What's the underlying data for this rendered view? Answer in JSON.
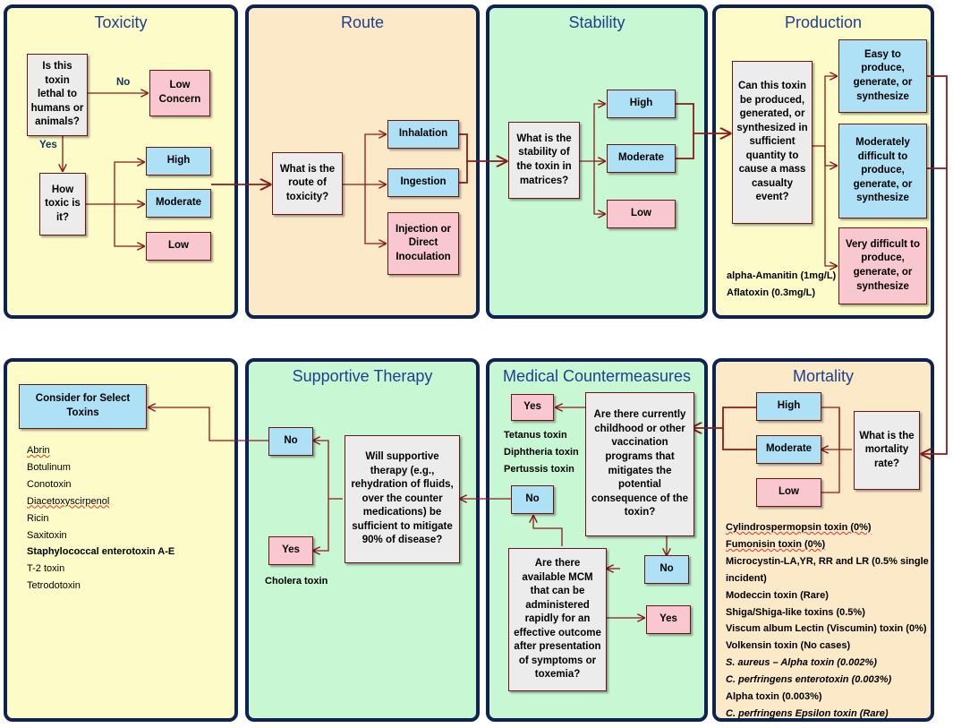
{
  "panels": {
    "toxicity": "Toxicity",
    "route": "Route",
    "stability": "Stability",
    "production": "Production",
    "select": "",
    "supportive": "Supportive Therapy",
    "mcm": "Medical Countermeasures",
    "mortality": "Mortality"
  },
  "toxicity": {
    "question": "Is this toxin lethal to humans or animals?",
    "no_label": "No",
    "yes_label": "Yes",
    "low_concern": "Low Concern",
    "question2": "How toxic is it?",
    "high": "High",
    "moderate": "Moderate",
    "low": "Low"
  },
  "route": {
    "question": "What is the route of toxicity?",
    "inhalation": "Inhalation",
    "ingestion": "Ingestion",
    "injection": "Injection or Direct Inoculation"
  },
  "stability": {
    "question": "What is the stability of the toxin in matrices?",
    "high": "High",
    "moderate": "Moderate",
    "low": "Low"
  },
  "production": {
    "question": "Can this toxin be produced, generated, or synthesized in sufficient quantity to cause a mass casualty event?",
    "easy": "Easy to produce, generate, or synthesize",
    "moderate": "Moderately difficult to produce, generate, or synthesize",
    "difficult": "Very difficult to produce, generate, or synthesize",
    "examples": [
      "alpha-Amanitin (1mg/L)",
      "Aflatoxin (0.3mg/L)"
    ]
  },
  "mortality": {
    "question": "What is the mortality rate?",
    "high": "High",
    "moderate": "Moderate",
    "low": "Low",
    "examples": [
      "Cylindrospermopsin toxin (0%)",
      "Fumonisin toxin (0%)",
      "Microcystin-LA,YR, RR and LR (0.5% single incident)",
      "Modeccin toxin (Rare)",
      "Shiga/Shiga-like toxins (0.5%)",
      "Viscum album Lectin (Viscumin) toxin (0%)",
      "Volkensin toxin (No cases)",
      "S. aureus – Alpha toxin (0.002%)",
      "C. perfringens enterotoxin (0.003%)",
      "Alpha toxin (0.003%)",
      "C. perfringens Epsilon toxin (Rare)"
    ]
  },
  "mcm": {
    "question": "Are there currently childhood or other vaccination programs that mitigates the potential consequence of the toxin?",
    "yes": "Yes",
    "vaccines": [
      "Tetanus toxin",
      "Diphtheria toxin",
      "Pertussis toxin"
    ],
    "no": "No",
    "question2": "Are there available MCM that can be administered rapidly for an effective outcome after presentation of symptoms or toxemia?",
    "no2": "No",
    "yes2": "Yes"
  },
  "supportive": {
    "question": "Will supportive therapy (e.g., rehydration of fluids, over the counter medications) be sufficient to mitigate 90% of disease?",
    "no": "No",
    "yes": "Yes",
    "example": "Cholera toxin"
  },
  "select": {
    "title": "Consider for Select Toxins",
    "toxins": [
      "Abrin",
      "Botulinum",
      "Conotoxin",
      "Diacetoxyscirpenol",
      "Ricin",
      "Saxitoxin",
      "Staphylococcal enterotoxin A-E",
      "T-2 toxin",
      "Tetrodotoxin"
    ]
  },
  "colors": {
    "border": "#0f2350",
    "arrow": "#8b1a1a",
    "yes_no_label": "#12345e",
    "outcome_blue": "#aee0f6",
    "outcome_pink": "#f8c7cf",
    "question_gray": "#ececec"
  }
}
